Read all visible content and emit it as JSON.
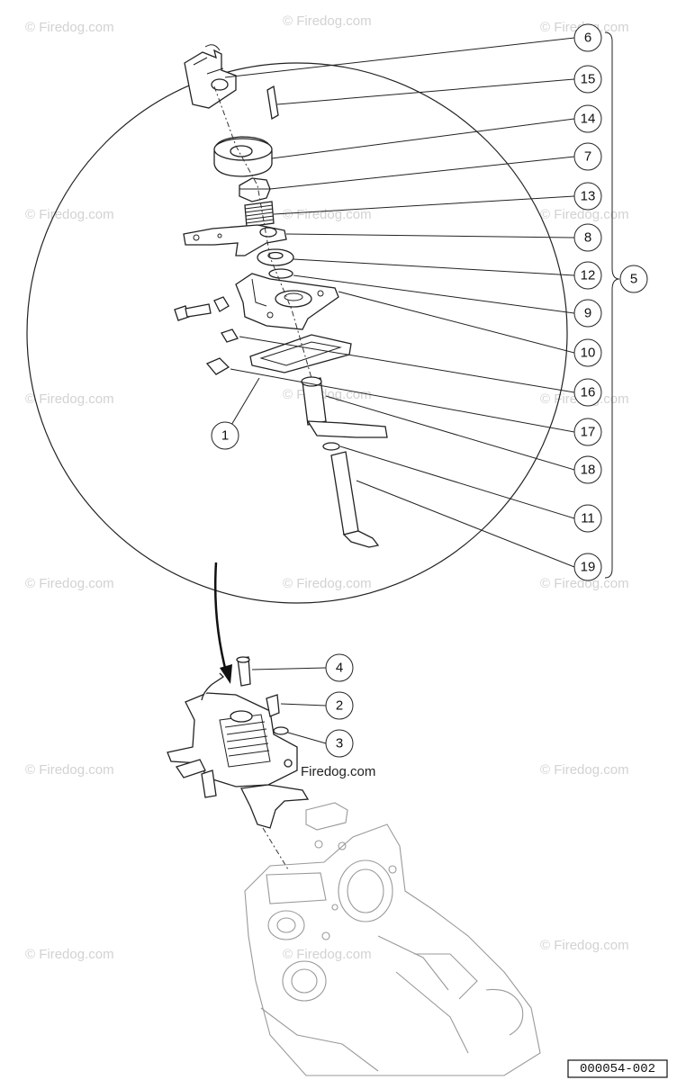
{
  "watermark": {
    "text": "© Firedog.com"
  },
  "brand_label": "Firedog.com",
  "reference_number": "000054-002",
  "callouts_group": [
    {
      "num": "6"
    },
    {
      "num": "15"
    },
    {
      "num": "14"
    },
    {
      "num": "7"
    },
    {
      "num": "13"
    },
    {
      "num": "8"
    },
    {
      "num": "12"
    },
    {
      "num": "9"
    },
    {
      "num": "10"
    },
    {
      "num": "16"
    },
    {
      "num": "17"
    },
    {
      "num": "18"
    },
    {
      "num": "11"
    },
    {
      "num": "19"
    }
  ],
  "callout_assembly": {
    "num": "5"
  },
  "callout_gasket": {
    "num": "1"
  },
  "callouts_install": [
    {
      "num": "4"
    },
    {
      "num": "2"
    },
    {
      "num": "3"
    }
  ]
}
